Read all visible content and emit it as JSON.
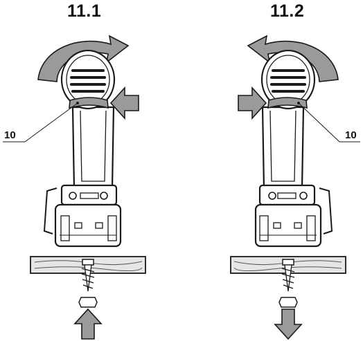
{
  "figures": [
    {
      "title": "11.1",
      "callout_label": "10",
      "rotation": "clockwise",
      "button_side": "right",
      "screw_motion": "drive-in"
    },
    {
      "title": "11.2",
      "callout_label": "10",
      "rotation": "counter-clockwise",
      "button_side": "left",
      "screw_motion": "back-out"
    }
  ],
  "colors": {
    "arrow_fill": "#9a9a9a",
    "outline": "#1a1a1a",
    "wood_fill": "#e6e6e6",
    "tool_fill": "#ffffff"
  }
}
